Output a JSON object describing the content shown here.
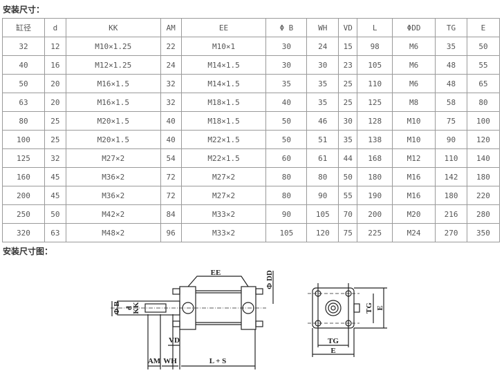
{
  "section1_title": "安装尺寸：",
  "section2_title": "安装尺寸图：",
  "table": {
    "headers": [
      "缸径",
      "d",
      "KK",
      "AM",
      "EE",
      "Φ B",
      "WH",
      "VD",
      "L",
      "ΦDD",
      "TG",
      "E"
    ],
    "rows": [
      [
        "32",
        "12",
        "M10×1.25",
        "22",
        "M10×1",
        "30",
        "24",
        "15",
        "98",
        "M6",
        "35",
        "50"
      ],
      [
        "40",
        "16",
        "M12×1.25",
        "24",
        "M14×1.5",
        "30",
        "30",
        "23",
        "105",
        "M6",
        "48",
        "55"
      ],
      [
        "50",
        "20",
        "M16×1.5",
        "32",
        "M14×1.5",
        "35",
        "35",
        "25",
        "110",
        "M6",
        "48",
        "65"
      ],
      [
        "63",
        "20",
        "M16×1.5",
        "32",
        "M18×1.5",
        "40",
        "35",
        "25",
        "125",
        "M8",
        "58",
        "80"
      ],
      [
        "80",
        "25",
        "M20×1.5",
        "40",
        "M18×1.5",
        "50",
        "46",
        "30",
        "128",
        "M10",
        "75",
        "100"
      ],
      [
        "100",
        "25",
        "M20×1.5",
        "40",
        "M22×1.5",
        "50",
        "51",
        "35",
        "138",
        "M10",
        "90",
        "120"
      ],
      [
        "125",
        "32",
        "M27×2",
        "54",
        "M22×1.5",
        "60",
        "61",
        "44",
        "168",
        "M12",
        "110",
        "140"
      ],
      [
        "160",
        "45",
        "M36×2",
        "72",
        "M27×2",
        "80",
        "80",
        "50",
        "180",
        "M16",
        "142",
        "180"
      ],
      [
        "200",
        "45",
        "M36×2",
        "72",
        "M27×2",
        "80",
        "90",
        "55",
        "190",
        "M16",
        "180",
        "220"
      ],
      [
        "250",
        "50",
        "M42×2",
        "84",
        "M33×2",
        "90",
        "105",
        "70",
        "200",
        "M20",
        "216",
        "280"
      ],
      [
        "320",
        "63",
        "M48×2",
        "96",
        "M33×2",
        "105",
        "120",
        "75",
        "225",
        "M24",
        "270",
        "350"
      ]
    ]
  },
  "diagram": {
    "labels": {
      "ee": "EE",
      "dd": "Φ DD",
      "b": "Φ B",
      "d": "d",
      "kk": "KK",
      "vd": "VD",
      "am": "AM",
      "wh": "WH",
      "ls": "L + S",
      "tg_side": "TG",
      "e_side": "E",
      "tg_bottom": "TG",
      "e_bottom": "E"
    }
  }
}
